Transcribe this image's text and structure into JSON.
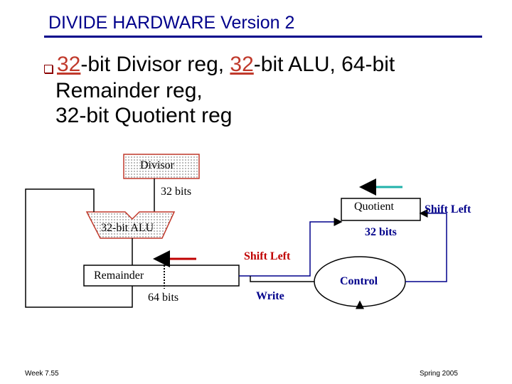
{
  "title": "DIVIDE HARDWARE Version 2",
  "bullet": {
    "hl1": "32",
    "t1": "-bit Divisor reg, ",
    "hl2": "32",
    "t2": "-bit ALU, 64-bit",
    "line2": "Remainder reg,",
    "line3": "32-bit Quotient reg"
  },
  "diagram": {
    "divisor_label": "Divisor",
    "divisor_bits": "32 bits",
    "quotient_label": "Quotient",
    "quotient_shift": "Shift Left",
    "quotient_bits": "32 bits",
    "alu_label": "32-bit ALU",
    "remainder_shift": "Shift Left",
    "remainder_label": "Remainder",
    "remainder_bits": "64 bits",
    "control_label": "Control",
    "write_label": "Write"
  },
  "colors": {
    "title": "#00008b",
    "accent_red": "#c00000",
    "arrow_teal": "#20b2aa",
    "wire_navy": "#00008b",
    "pattern_red": "#c0392b"
  },
  "footer": {
    "left": "Week 7.55",
    "right": "Spring 2005"
  }
}
